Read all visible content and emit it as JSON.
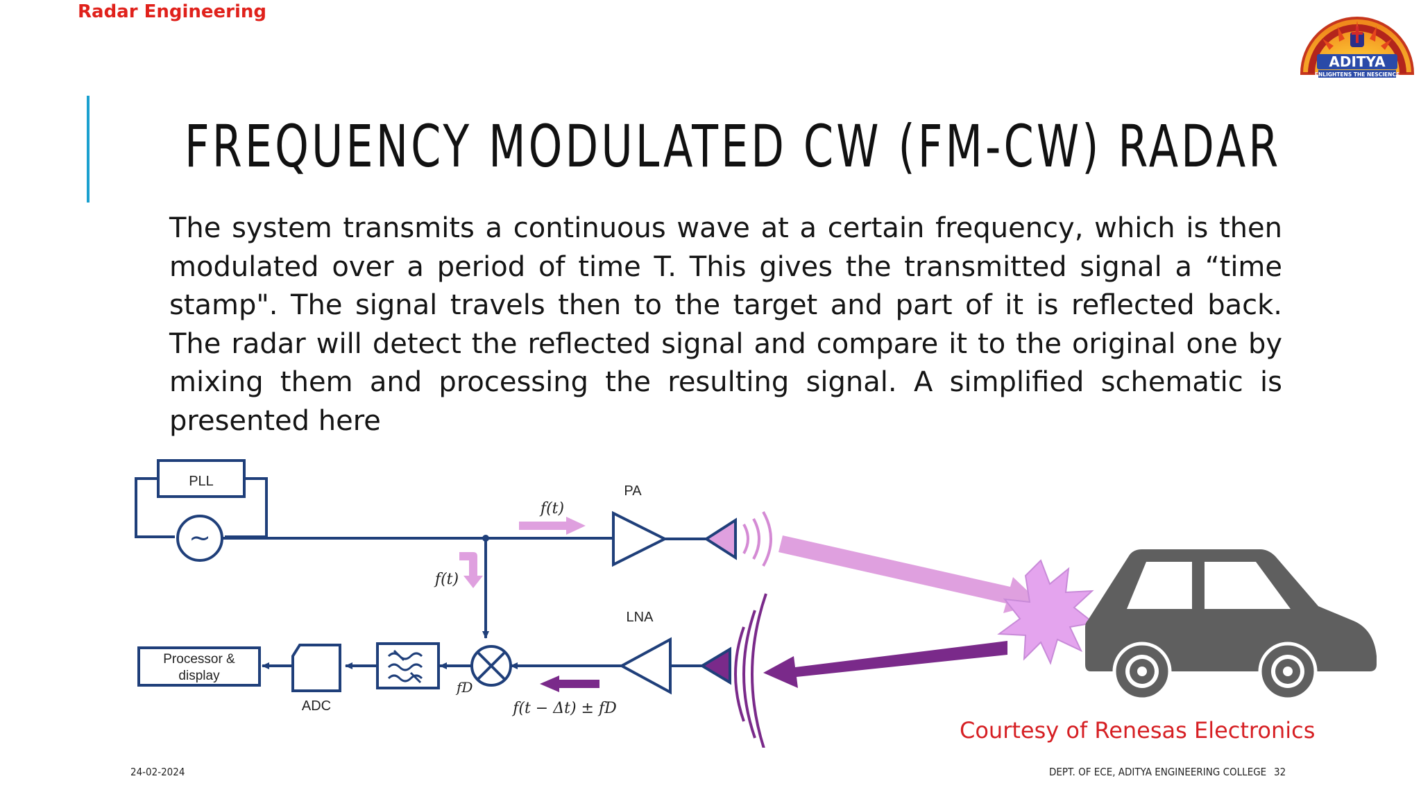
{
  "header": {
    "course": "Radar Engineering"
  },
  "logo": {
    "name": "ADITYA",
    "tagline": "ENLIGHTENS THE NESCIENCE"
  },
  "slide": {
    "title": "FREQUENCY MODULATED CW (FM-CW) RADAR",
    "body": "The system transmits a continuous wave at a certain frequency, which is then modulated over a period of time T. This gives the transmitted signal a “time stamp\". The signal travels then to the target and part of it is reflected back. The radar will detect the reflected signal and compare it to the original one by mixing them and processing the resulting signal. A simplified schematic is presented here"
  },
  "diagram": {
    "pll": "PLL",
    "oscillator_symbol": "~",
    "pa": "PA",
    "lna": "LNA",
    "processor_line1": "Processor &",
    "processor_line2": "display",
    "adc": "ADC",
    "f_t_top": "f(t)",
    "f_t_side": "f(t)",
    "f_d": "fD",
    "received": "f(t − Δt) ± fD",
    "colors": {
      "line": "#1f3f7a",
      "tx_arrow": "#dfa0df",
      "rx_arrow": "#7a2a8a",
      "car": "#5f5f5f"
    }
  },
  "courtesy": "Courtesy of Renesas Electronics",
  "footer": {
    "date": "24-02-2024",
    "dept": "DEPT. OF ECE, ADITYA ENGINEERING COLLEGE",
    "page": "32"
  }
}
